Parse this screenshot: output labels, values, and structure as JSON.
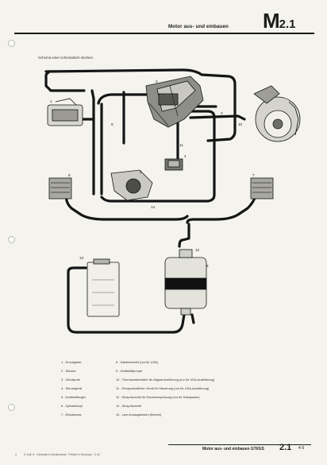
{
  "header": {
    "title": "Motor aus- und einbauen",
    "code_main": "M",
    "code_sub": "2.1"
  },
  "diagram": {
    "subtitle": "Schema einer schematisch stecken",
    "callouts": [
      "1",
      "2",
      "3",
      "4",
      "5",
      "6",
      "7",
      "8",
      "9",
      "10",
      "11",
      "12",
      "13",
      "14"
    ]
  },
  "legend": {
    "left": [
      "1 - Druckgeber",
      "2 - Stecker",
      "3 - Zündspule",
      "4 - Steuergerät",
      "5 - Kraftstoffregler",
      "6 - Zylinderkopf",
      "7 - Einsatzsatz"
    ],
    "right": [
      "8 - Kaltstartventil (nur für USA)",
      "9 - Kraftstoffpumpe",
      "10 - Thermozeitschalter für Abgasrückführung (nur für USA-Ausführung)",
      "11 - Temperaturfühler Ventil für Steuerung (nur für USA-Ausführung)",
      "12 - Einspritzventil für Einzeleinspritzung (nur für Katalysator)",
      "13 - Einspritzventil",
      "14 - zum Ansaugstutzen (Benzin)"
    ]
  },
  "footer": {
    "title": "Motor aus- und einbauen GTI/GS",
    "code": "2.1",
    "page": "4-5",
    "print_note": "3. Aufl. 8 · Gedruckt in Deutschland · Printed in Germany · 3. 81",
    "page_marker": "4"
  }
}
